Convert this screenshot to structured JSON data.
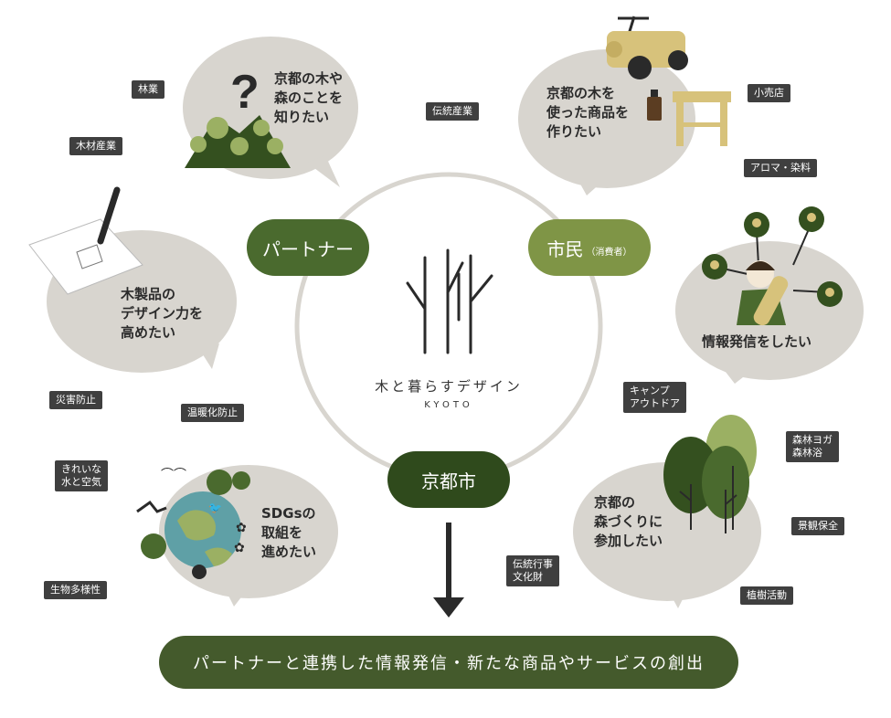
{
  "colors": {
    "bubble": "#d8d5cf",
    "dark_green": "#344c20",
    "mid_green": "#4a6a2e",
    "olive": "#7f9546",
    "light_green": "#9bb063",
    "wood": "#d7c27b",
    "tag": "#3f3f3f",
    "banner": "#445a2c"
  },
  "center": {
    "logo_name": "木と暮らすデザイン",
    "logo_sub": "KYOTO"
  },
  "nodes": {
    "partner": "パートナー",
    "citizen": "市民",
    "citizen_sub": "（消費者）",
    "city": "京都市"
  },
  "bubbles": {
    "know_forest": [
      "京都の木や",
      "森のことを",
      "知りたい"
    ],
    "use_products": [
      "京都の木を",
      "使った商品を",
      "作りたい"
    ],
    "design": [
      "木製品の",
      "デザイン力を",
      "高めたい"
    ],
    "share_info": "情報発信をしたい",
    "sdgs": [
      "SDGsの",
      "取組を",
      "進めたい"
    ],
    "forestry": [
      "京都の",
      "森づくりに",
      "参加したい"
    ]
  },
  "tags": {
    "forestry_industry": "林業",
    "lumber_industry": "木材産業",
    "traditional_industry": "伝統産業",
    "retail": "小売店",
    "aroma_dye": "アロマ・染料",
    "camp_outdoor": [
      "キャンプ",
      "アウトドア"
    ],
    "forest_yoga": [
      "森林ヨガ",
      "森林浴"
    ],
    "landscape": "景観保全",
    "tree_planting": "植樹活動",
    "disaster": "災害防止",
    "warming": "温暖化防止",
    "clean_water": [
      "きれいな",
      "水と空気"
    ],
    "biodiversity": "生物多様性",
    "tradition_events": [
      "伝統行事",
      "文化財"
    ]
  },
  "banner": "パートナーと連携した情報発信・新たな商品やサービスの創出",
  "icons": [
    "question-mark-icon",
    "forest-hill-icon",
    "wood-toy-car-icon",
    "aroma-bottle-icon",
    "wooden-stool-icon",
    "drafting-pen-icon",
    "person-with-log-icon",
    "globe-with-trees-icon",
    "forest-trees-icon",
    "down-arrow-icon",
    "tree-logo-icon"
  ]
}
